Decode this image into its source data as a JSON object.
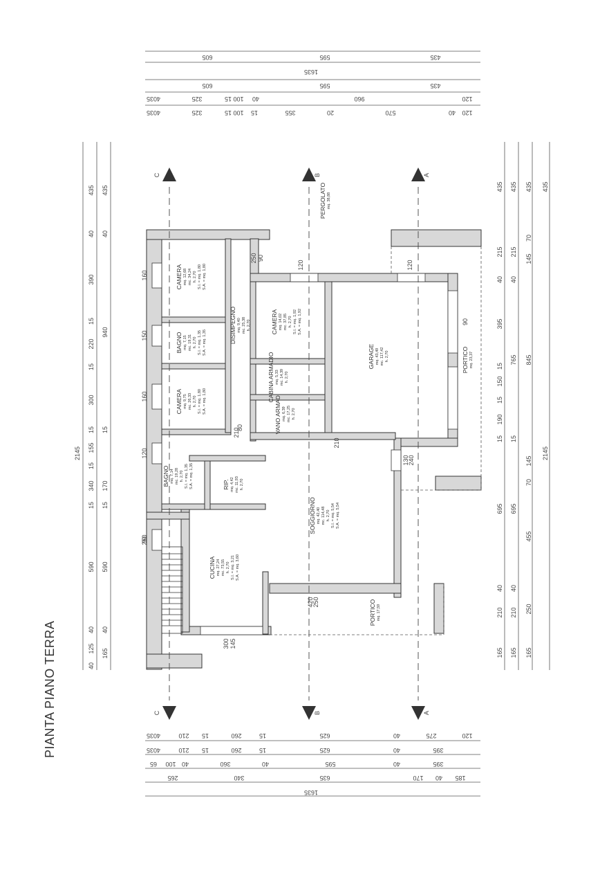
{
  "title": "PIANTA PIANO TERRA",
  "top_dims": {
    "row1": [
      "435",
      "595",
      "605"
    ],
    "row2": [
      "1635"
    ],
    "row3": [
      "435",
      "595",
      "605"
    ],
    "row4": [
      "120",
      "960",
      "40",
      "100",
      "15",
      "325",
      "4035"
    ],
    "row5": [
      "120",
      "40",
      "570",
      "20",
      "355",
      "15",
      "100",
      "15",
      "325",
      "4035"
    ]
  },
  "bottom_dims": {
    "row1": [
      "120",
      "275",
      "40",
      "625",
      "15",
      "260",
      "15",
      "210",
      "4035"
    ],
    "row2": [
      "395",
      "40",
      "625",
      "15",
      "260",
      "15",
      "210",
      "4035"
    ],
    "row3": [
      "395",
      "40",
      "595",
      "40",
      "360",
      "40",
      "100",
      "65"
    ],
    "row4": [
      "185",
      "40",
      "170",
      "635",
      "340",
      "265"
    ],
    "row5": [
      "1635"
    ]
  },
  "left_dims": {
    "row1": [
      "435",
      "40",
      "390",
      "15",
      "220",
      "15",
      "300",
      "15",
      "155",
      "15",
      "340",
      "15",
      "590",
      "40",
      "125",
      "40"
    ],
    "row1b": [
      "435",
      "40",
      "940",
      "15",
      "170",
      "15",
      "590",
      "40",
      "165"
    ],
    "total": "2145"
  },
  "right_dims": {
    "row1": [
      "435",
      "215",
      "40",
      "395",
      "15",
      "150",
      "15",
      "190",
      "15",
      "695",
      "40",
      "210",
      "165"
    ],
    "row2": [
      "435",
      "215",
      "40",
      "765",
      "15",
      "695",
      "40",
      "210",
      "165"
    ],
    "row3": [
      "435",
      "145",
      "70",
      "845",
      "145",
      "70",
      "455",
      "250",
      "165"
    ],
    "row4": [
      "435",
      "2145"
    ]
  },
  "sections": [
    "A",
    "B",
    "C"
  ],
  "rooms": [
    {
      "name": "CAMERA",
      "lines": [
        "mq. 12,68",
        "mc. 34,24",
        "h. 2,70",
        "S.I. = mq. 1,80",
        "S.A. = mq. 1,80"
      ]
    },
    {
      "name": "DISIMPEGNO",
      "lines": [
        "mq. 9,40",
        "mc. 25,38",
        "h. 2,70"
      ]
    },
    {
      "name": "BAGNO",
      "lines": [
        "mq. 7,15",
        "mc. 19,31",
        "h. 2,70",
        "S.I. = mq. 1,35",
        "S.A. = mq. 1,35"
      ]
    },
    {
      "name": "CAMERA",
      "lines": [
        "mq. 9,75",
        "mc. 26,33",
        "h. 2,70",
        "S.I. = mq. 1,80",
        "S.A. = mq. 1,80"
      ]
    },
    {
      "name": "BAGNO",
      "lines": [
        "mq. 7,14",
        "mc. 19,28",
        "h. 2,70",
        "S.I. = mq. 1,35",
        "S.A. = mq. 1,35"
      ]
    },
    {
      "name": "RIP.",
      "lines": [
        "mq. 4,42",
        "mc. 11,93",
        "h. 2,70"
      ]
    },
    {
      "name": "CUCINA",
      "lines": [
        "mq. 27,24",
        "mc. 73,55",
        "h. 2,70",
        "S.I. = mq. 3,21",
        "S.A. = mq. 3,60"
      ]
    },
    {
      "name": "SOGGIORNO",
      "lines": [
        "mq. 42,40",
        "mc. 114,48",
        "h. 2,70",
        "S.I. = mq. 5,54",
        "S.A. = mq. 5,54"
      ]
    },
    {
      "name": "CAMERA",
      "lines": [
        "mq. 14,02",
        "mc. 37,85",
        "h. 2,70",
        "S.I. = mq. 1,92",
        "S.A. = mq. 1,92"
      ]
    },
    {
      "name": "CABINA ARMADIO",
      "lines": [
        "mq. 5,33",
        "mc. 14,39",
        "h. 2,70"
      ]
    },
    {
      "name": "VANO ARMADI",
      "lines": [
        "mq. 6,39",
        "mc. 17,25",
        "h. 2,70"
      ]
    },
    {
      "name": "GARAGE",
      "lines": [
        "mq. 43,49",
        "mc. 117,42",
        "h. 2,70"
      ]
    },
    {
      "name": "PORTICO",
      "lines": [
        "mq. 23,37"
      ]
    },
    {
      "name": "PORTICO",
      "lines": [
        "mq. 17,59"
      ]
    },
    {
      "name": "PERGOLATO",
      "lines": [
        "mq. 38,88"
      ]
    }
  ],
  "openings": [
    "160",
    "150",
    "160",
    "120",
    "90",
    "250",
    "120",
    "120",
    "90",
    "210",
    "80",
    "210",
    "300",
    "145",
    "420",
    "250",
    "130",
    "240",
    "250",
    "90"
  ]
}
